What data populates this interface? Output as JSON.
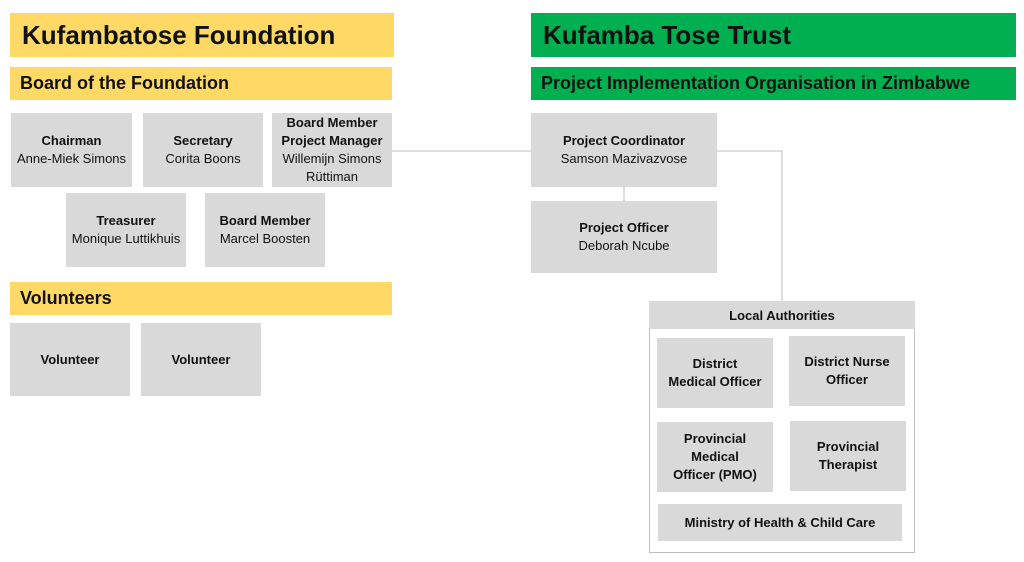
{
  "left": {
    "title": "Kufambatose Foundation",
    "board_title": "Board of the Foundation",
    "board": [
      {
        "title": "Chairman",
        "name": "Anne-Miek Simons"
      },
      {
        "title": "Secretary",
        "name": "Corita Boons"
      },
      {
        "title": "Board Member\nProject Manager",
        "name": "Willemijn Simons\nRüttiman"
      },
      {
        "title": "Treasurer",
        "name": "Monique Luttikhuis"
      },
      {
        "title": "Board Member",
        "name": "Marcel Boosten"
      }
    ],
    "volunteers_title": "Volunteers",
    "volunteers": [
      {
        "title": "Volunteer"
      },
      {
        "title": "Volunteer"
      }
    ]
  },
  "right": {
    "title": "Kufamba Tose Trust",
    "subtitle": "Project Implementation Organisation in Zimbabwe",
    "coordinator": {
      "title": "Project Coordinator",
      "name": "Samson Mazivazvose"
    },
    "officer": {
      "title": "Project Officer",
      "name": "Deborah Ncube"
    },
    "local_authorities": {
      "title": "Local Authorities",
      "items": [
        {
          "title": "District\nMedical Officer"
        },
        {
          "title": "District Nurse\nOfficer"
        },
        {
          "title": "Provincial\nMedical\nOfficer (PMO)"
        },
        {
          "title": "Provincial\nTherapist"
        },
        {
          "title": "Ministry of Health & Child Care"
        }
      ]
    }
  },
  "colors": {
    "yellow": "#ffd966",
    "green": "#00b050",
    "box": "#d9d9d9",
    "line": "#bfbfbf"
  }
}
